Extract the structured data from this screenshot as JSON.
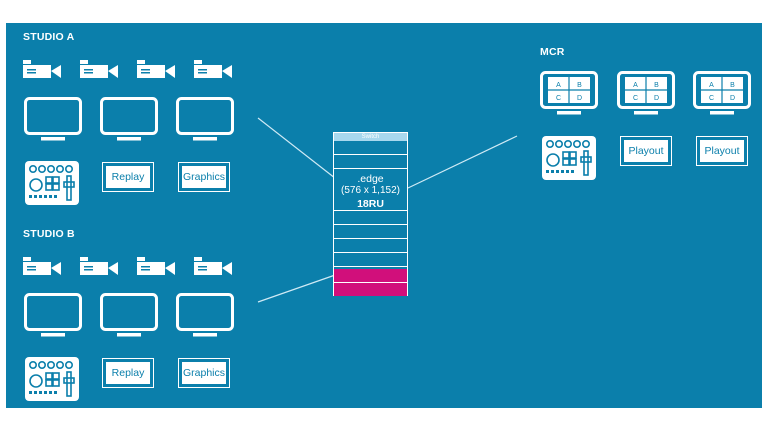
{
  "studio_a": {
    "label": "STUDIO A",
    "replay_label": "Replay",
    "graphics_label": "Graphics"
  },
  "studio_b": {
    "label": "STUDIO B",
    "replay_label": "Replay",
    "graphics_label": "Graphics"
  },
  "mcr": {
    "label": "MCR",
    "quad": [
      "A",
      "B",
      "C",
      "D"
    ],
    "playout_label": "Playout"
  },
  "switch": {
    "header": "Switch",
    "name": ".edge",
    "capacity": "(576 x 1,152)",
    "rack_units": "18RU"
  },
  "colors": {
    "background": "#0b7fab",
    "foreground": "#ffffff",
    "accent": "#d10f7b",
    "header": "#a8d8ee"
  },
  "icons": [
    "camera-icon",
    "monitor-icon",
    "control-panel-icon",
    "multiviewer-icon"
  ]
}
